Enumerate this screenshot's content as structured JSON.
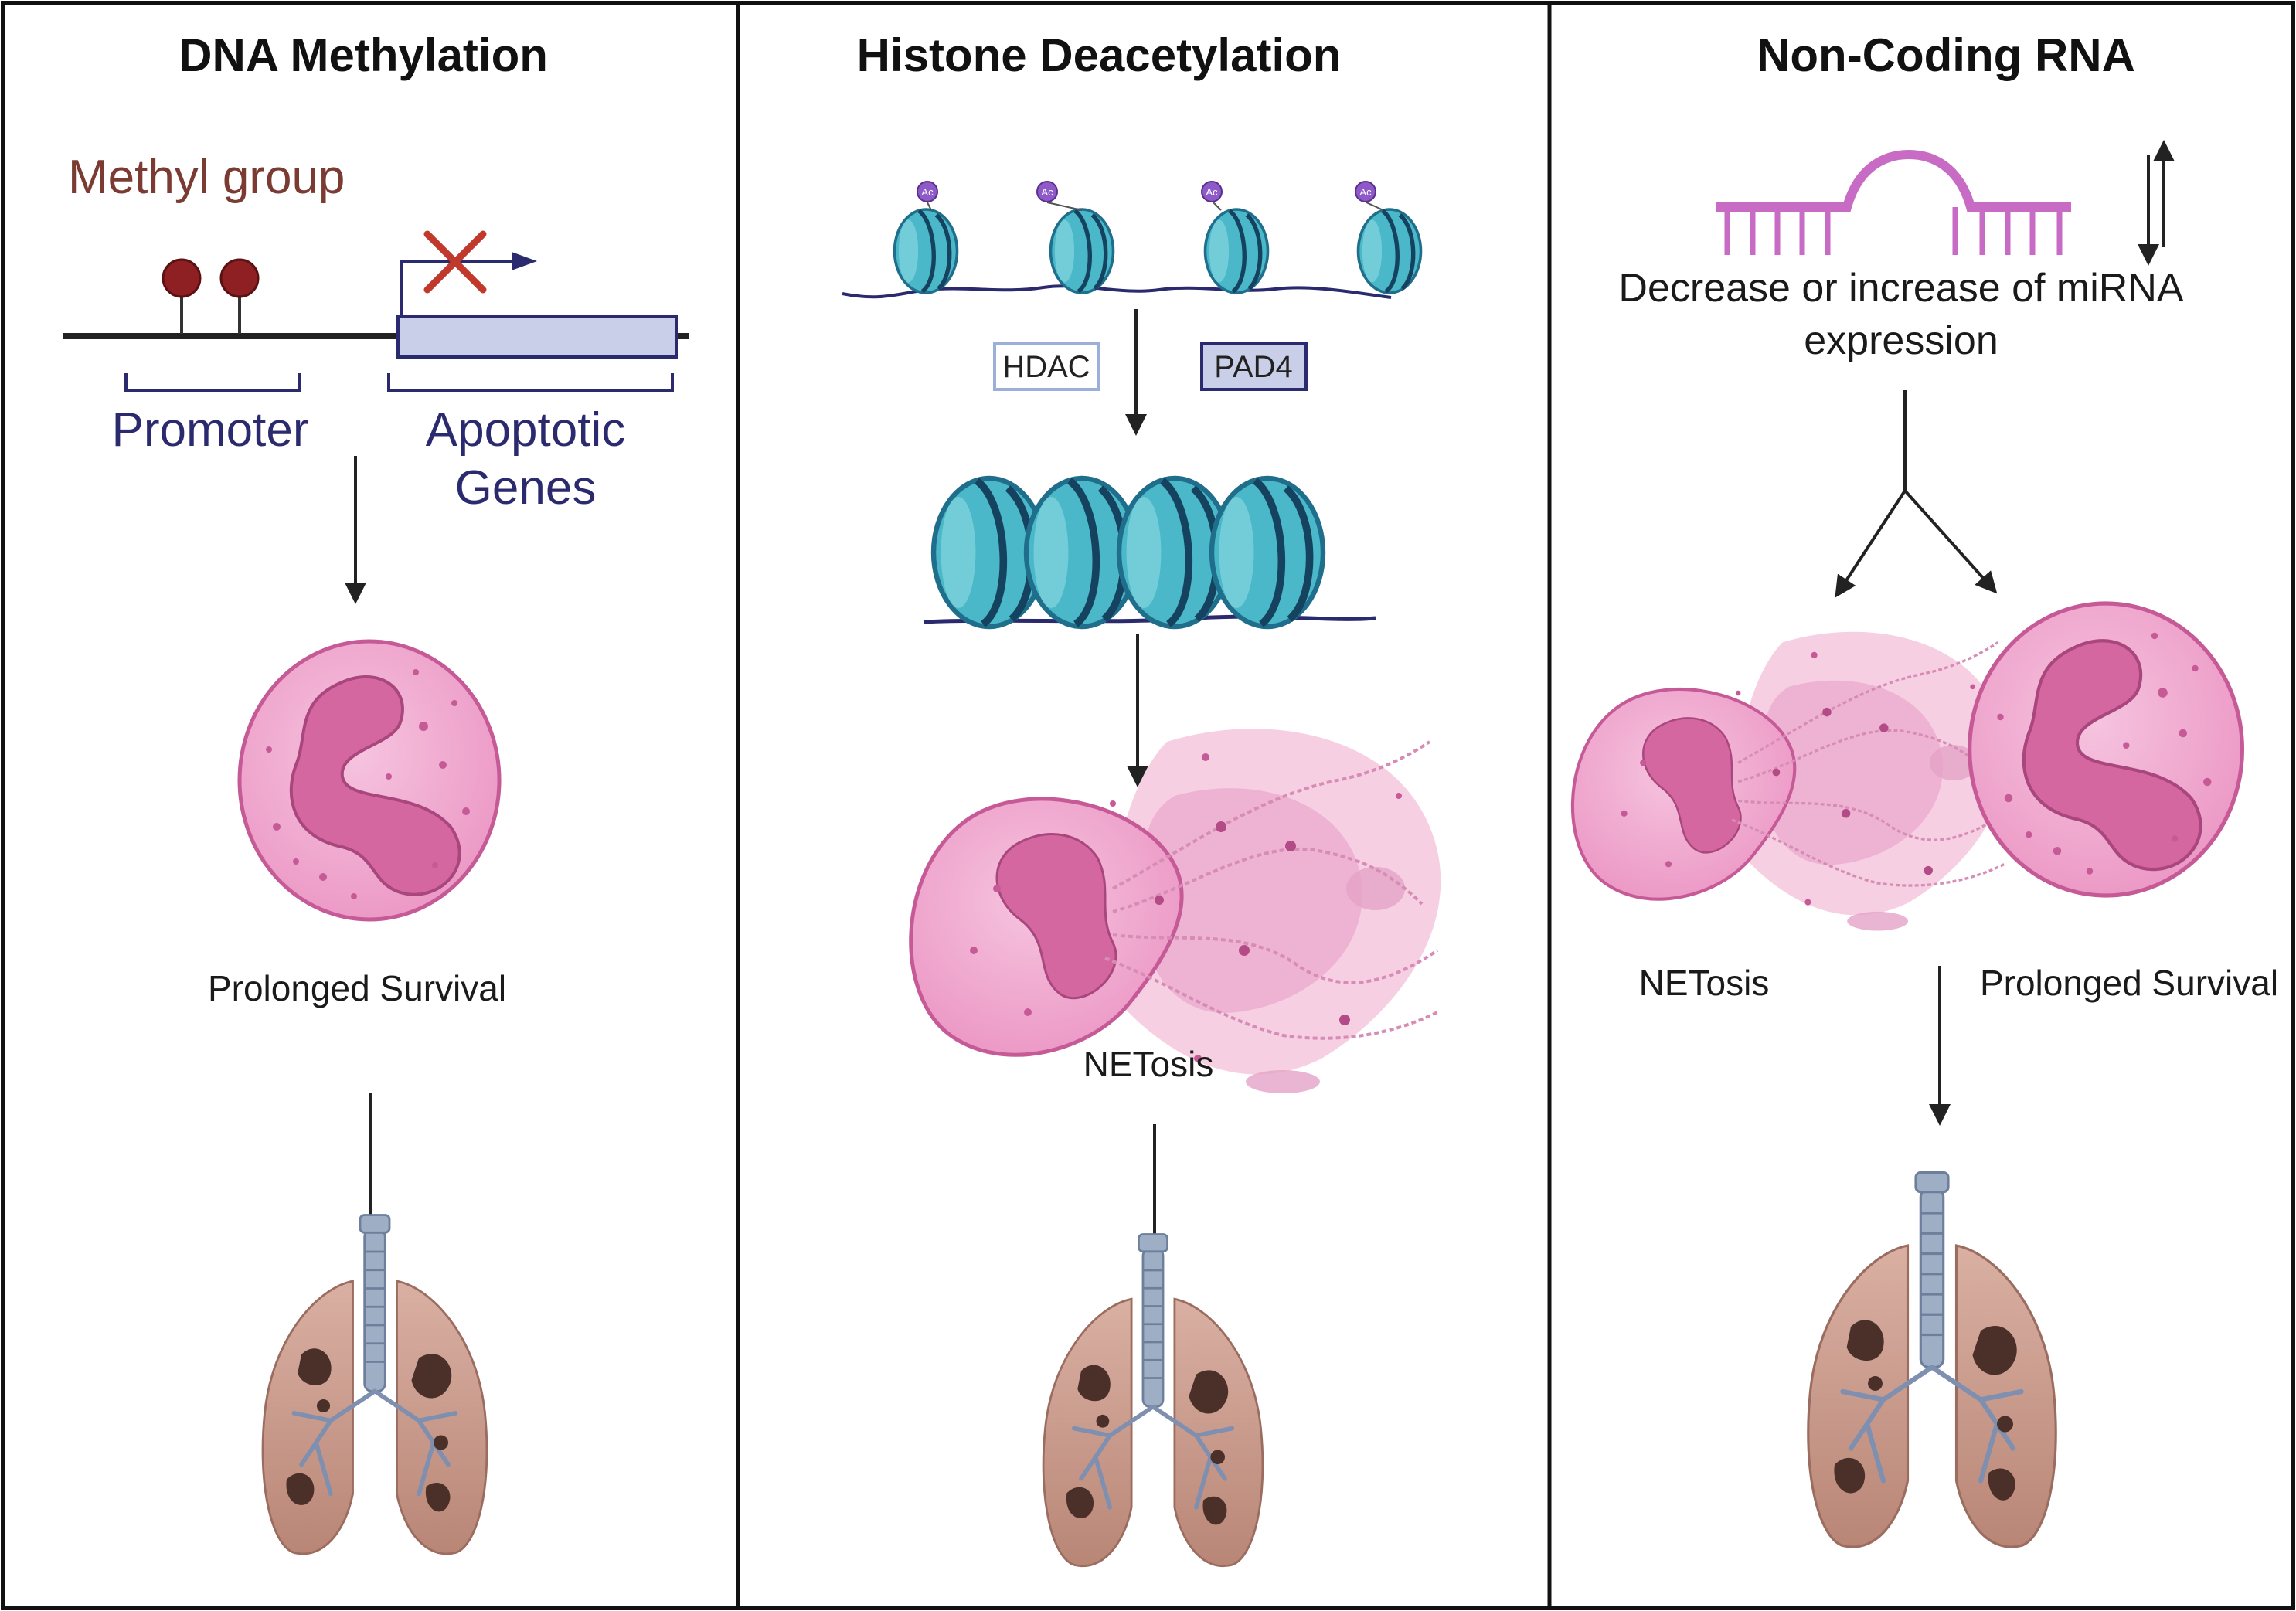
{
  "panels": {
    "dna": {
      "title": "DNA Methylation",
      "methyl_label": "Methyl group",
      "promoter_label": "Promoter",
      "genes_label_line1": "Apoptotic",
      "genes_label_line2": "Genes",
      "cell_caption": "Prolonged Survival"
    },
    "histone": {
      "title": "Histone Deacetylation",
      "enzyme_1": "HDAC",
      "enzyme_2": "PAD4",
      "ac_tag": "Ac",
      "cell_caption": "NETosis"
    },
    "rna": {
      "title": "Non-Coding RNA",
      "expression_line1": "Decrease or increase of miRNA",
      "expression_line2": "expression",
      "left_caption": "NETosis",
      "right_caption": "Prolonged  Survival"
    }
  },
  "colors": {
    "methyl_text": "#7b3b32",
    "dark_label": "#2b2a6e",
    "methyl_ball": "#8e1f22",
    "gene_box": "#c9cfe8",
    "nucleosome": "#4ab8c8",
    "nucleosome_dark": "#1f6f8c",
    "cell": "#f0a9cf",
    "nucleus": "#c65a97",
    "mirna": "#c86bc4",
    "cross": "#c0392b",
    "lung": "#c99a8c",
    "tumor": "#4a3028"
  },
  "icons": [
    "methyl-group-icon",
    "nucleosome-icon",
    "acetyl-tag-icon",
    "neutrophil-icon",
    "net-release-icon",
    "lungs-icon",
    "mirna-hairpin-icon",
    "up-down-arrows-icon"
  ]
}
